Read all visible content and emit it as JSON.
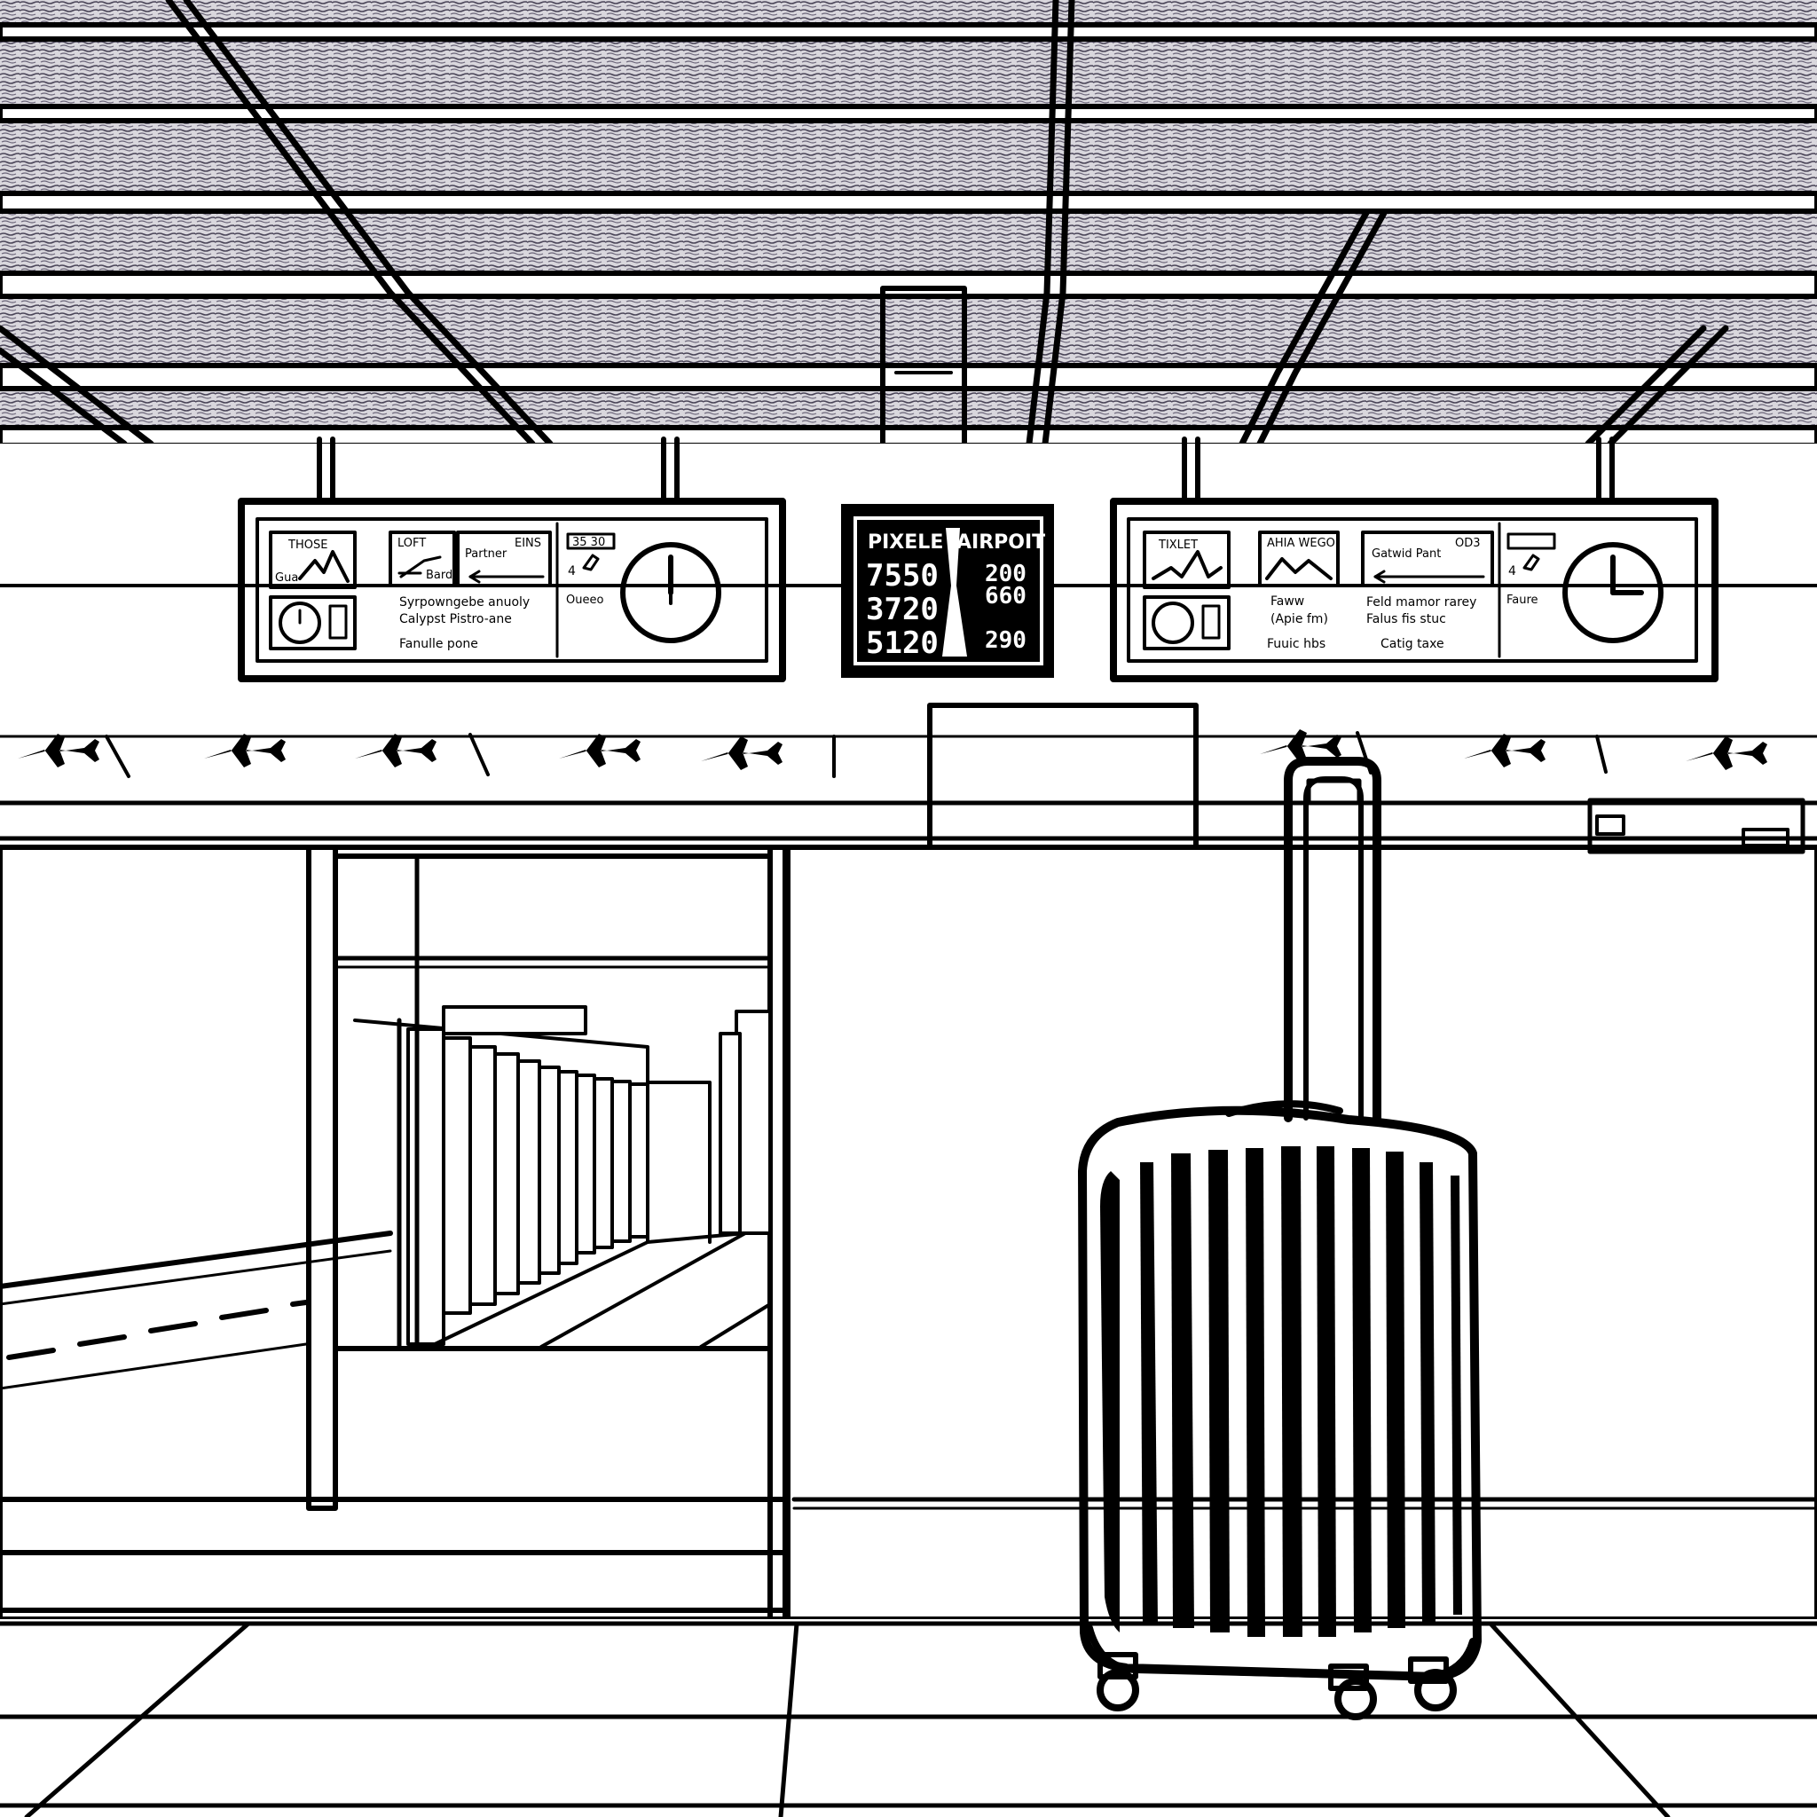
{
  "screen_left": {
    "panel1_label": "THOSE",
    "panel1_sub": "Gua",
    "panel2_label": "LOFT",
    "panel2_sub": "Bard",
    "panel3_label": "Partner",
    "panel3_sub": "EINS",
    "small_top": "35 30",
    "small_value": "4",
    "small_note": "Oueeo",
    "line1": "Syrpowngebe anuoly",
    "line2": "Calypst Pistro-ane",
    "line3": "Fanulle pone"
  },
  "screen_right": {
    "panel1_label": "TIXLET",
    "panel2_label": "AHIA WEGO",
    "panel3_label": "Gatwid Pant",
    "panel3_sub": "OD3",
    "small_top": "",
    "small_value": "4",
    "small_note": "Faure",
    "line1": "Faww",
    "line2": "(Apie fm)",
    "line3": "Fuuic hbs",
    "line4": "Feld mamor rarey",
    "line5": "Falus fis stuc",
    "line6": "Catig taxe"
  },
  "departure_board": {
    "header_left": "PIXELE",
    "header_right": "AIRPOIT",
    "rows": [
      {
        "left": "7550",
        "right": "200"
      },
      {
        "left": "3720",
        "right": "660"
      },
      {
        "left": "5120",
        "right": "290"
      }
    ]
  }
}
